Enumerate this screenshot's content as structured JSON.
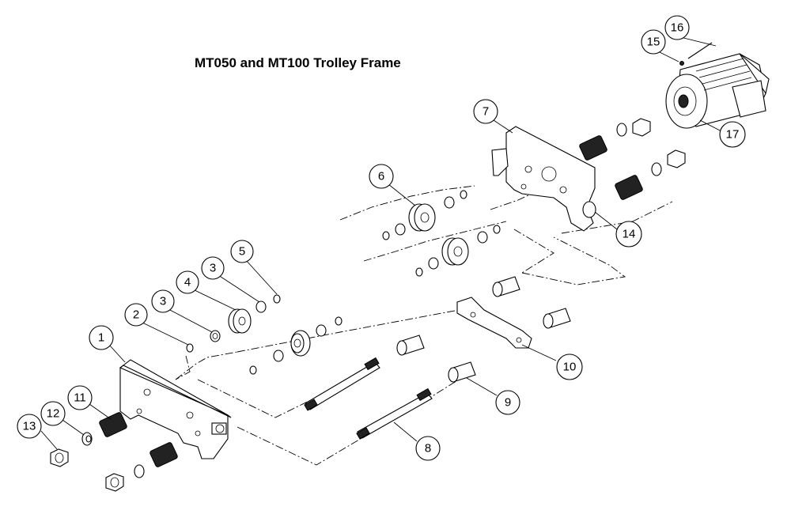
{
  "title": "MT050 and MT100 Trolley Frame",
  "callouts": [
    "1",
    "2",
    "3",
    "3",
    "4",
    "5",
    "6",
    "7",
    "8",
    "9",
    "10",
    "11",
    "12",
    "13",
    "14",
    "15",
    "16",
    "17"
  ]
}
